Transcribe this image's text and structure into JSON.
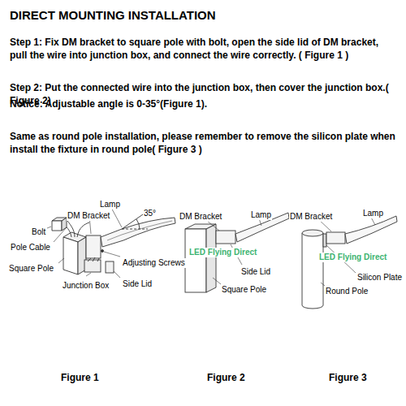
{
  "diagram": {
    "title": "DIRECT MOUNTING  INSTALLATION",
    "labels": [
      "Step 1: Fix DM bracket to square pole with bolt, open the side lid of DM bracket, pull the wire into junction box, and connect the wire correctly. ( Figure 1 )",
      "Step 2: Put the connected wire into the junction box, then cover the junction box.( Figure 2)",
      "Notice:  Adjustable angle is 0-35°(Figure 1).",
      "Same as round pole installation, please remember to remove the silicon plate when install the fixture in round pole( Figure 3 )",
      "Lamp",
      "DM Bracket",
      "35°",
      "Bolt",
      "Pole Cable",
      "Adjusting Screws",
      "Square Pole",
      "Junction Box",
      "Side Lid",
      "DM Bracket",
      "Lamp",
      "LED Flying Direct",
      "Side Lid",
      "Square Pole",
      "DM Bracket",
      "Lamp",
      "LED Flying Direct",
      "Silicon Plate",
      "Round Pole",
      "Figure  1",
      "Figure 2",
      "Figure 3"
    ]
  }
}
